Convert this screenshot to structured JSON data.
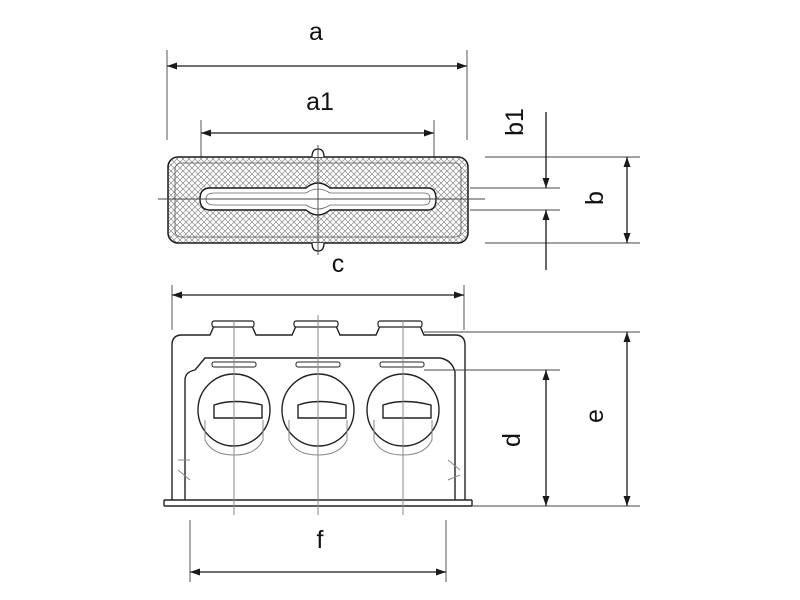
{
  "diagram": {
    "labels": {
      "a": "a",
      "a1": "a1",
      "b1": "b1",
      "b": "b",
      "c": "c",
      "d": "d",
      "e": "e",
      "f": "f"
    },
    "colors": {
      "line": "#1a1a1a",
      "hatch": "#8a8a8a",
      "ghost": "#888888"
    }
  }
}
